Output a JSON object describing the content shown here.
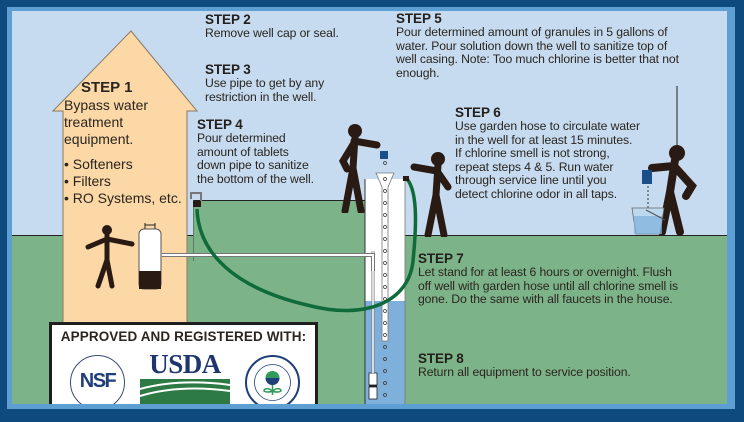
{
  "colors": {
    "frame_outer": "#0e4a7e",
    "frame_inner": "#5e9fd3",
    "sky": "#c6dbef",
    "ground": "#7db388",
    "house": "#fbd8a5",
    "hose": "#0f6b3a",
    "water": "#7fb0dc",
    "figure": "#2a1a14",
    "bucket_blue": "#1b4f8a"
  },
  "steps": [
    {
      "title": "STEP 1",
      "body": "Bypass water\ntreatment\nequipment.",
      "items": [
        "Softeners",
        "Filters",
        "RO Systems, etc."
      ]
    },
    {
      "title": "STEP 2",
      "body": "Remove well cap or seal."
    },
    {
      "title": "STEP 3",
      "body": "Use pipe to get by any\nrestriction in the well."
    },
    {
      "title": "STEP 4",
      "body": "Pour determined\namount of tablets\ndown pipe to sanitize\nthe bottom of the well."
    },
    {
      "title": "STEP 5",
      "body": "Pour determined amount of granules in 5 gallons of\nwater. Pour solution down the well to sanitize top of\nwell casing. Note: Too much chlorine is better that not\nenough."
    },
    {
      "title": "STEP 6",
      "body": "Use garden hose to circulate water\nin the well for at least 15 minutes.\nIf chlorine smell is not strong,\nrepeat steps 4 & 5. Run water\nthrough service line until you\ndetect chlorine odor in all taps."
    },
    {
      "title": "STEP 7",
      "body": "Let stand for at least 6 hours or overnight. Flush\noff well with garden hose until all chlorine smell is\ngone. Do the same with all faucets in the house."
    },
    {
      "title": "STEP 8",
      "body": "Return all equipment to service position."
    }
  ],
  "badge": {
    "title": "APPROVED AND REGISTERED WITH:",
    "logos": [
      {
        "name": "NSF",
        "text": "NSF"
      },
      {
        "name": "USDA",
        "text": "USDA"
      },
      {
        "name": "EPA",
        "text": ""
      }
    ]
  }
}
